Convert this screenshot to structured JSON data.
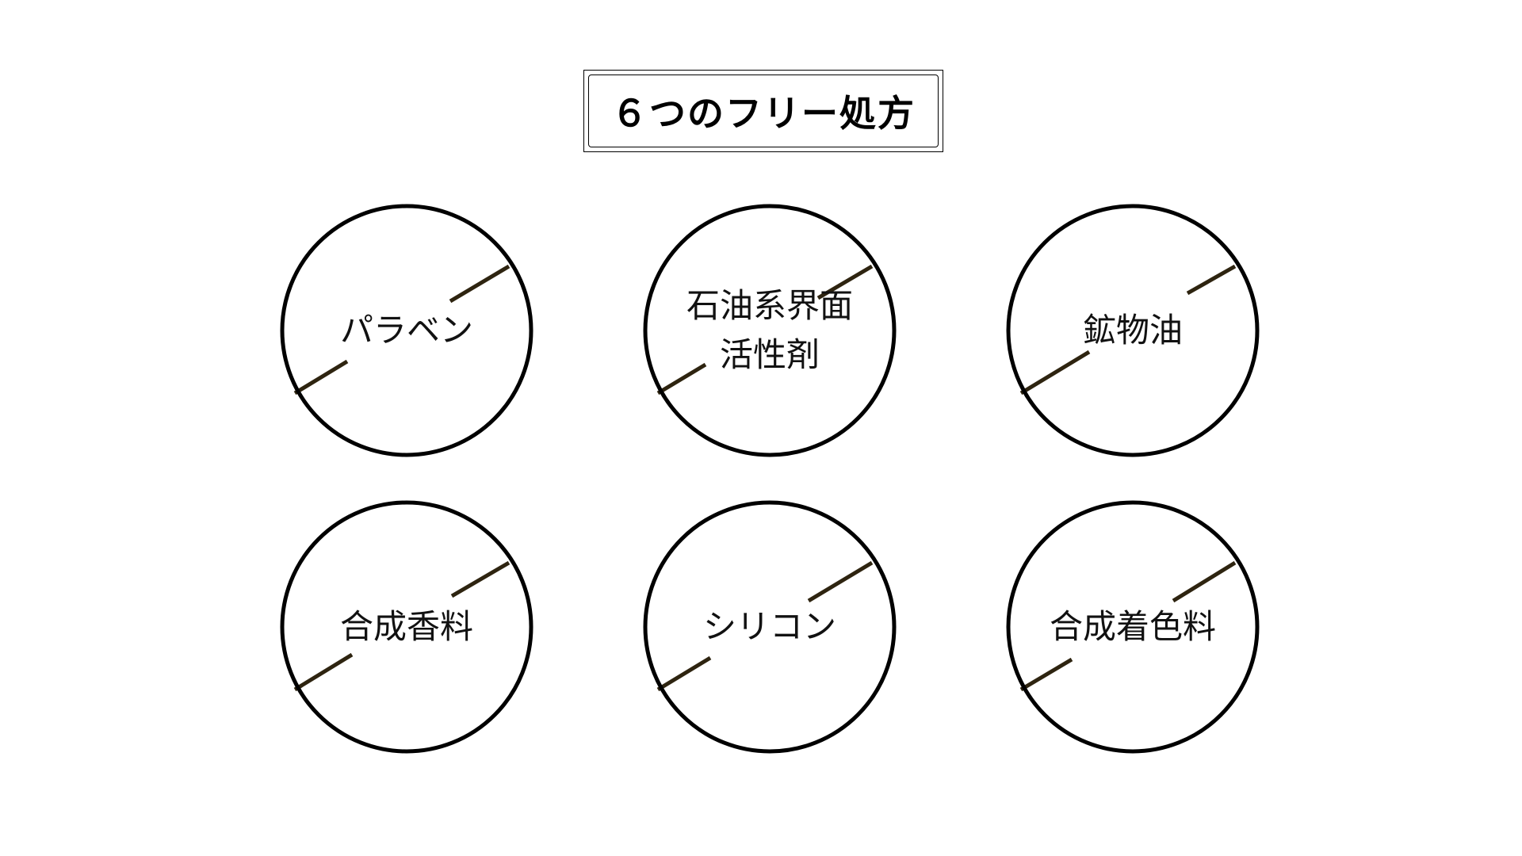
{
  "title": "６つのフリー処方",
  "colors": {
    "circle_stroke": "#000000",
    "slash_stroke": "#2e2410",
    "text": "#111111",
    "background": "#ffffff"
  },
  "items": [
    {
      "lines": [
        "パラベン"
      ]
    },
    {
      "lines": [
        "石油系界面",
        "活性剤"
      ]
    },
    {
      "lines": [
        "鉱物油"
      ]
    },
    {
      "lines": [
        "合成香料"
      ]
    },
    {
      "lines": [
        "シリコン"
      ]
    },
    {
      "lines": [
        "合成着色料"
      ]
    }
  ]
}
